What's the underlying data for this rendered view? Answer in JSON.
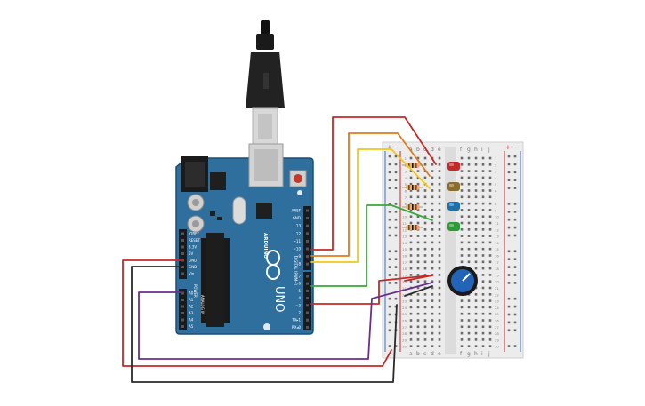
{
  "board": {
    "logo_text": "ARDUINO",
    "model": "UNO",
    "power_header_label": "POWER",
    "power_pins": [
      "IOREF",
      "RESET",
      "3.3V",
      "5V",
      "GND",
      "GND",
      "Vin"
    ],
    "analog_header_label": "ANALOG IN",
    "analog_pins": [
      "A0",
      "A1",
      "A2",
      "A3",
      "A4",
      "A5"
    ],
    "digital_header_label": "DIGITAL (PWM~)",
    "digital_pins_top": [
      "AREF",
      "GND",
      "13",
      "12",
      "~11",
      "~10",
      "~9",
      "8"
    ],
    "digital_pins_bottom": [
      "7",
      "~6",
      "~5",
      "4",
      "~3",
      "2",
      "TX▸1",
      "RX◂0"
    ]
  },
  "breadboard": {
    "column_letters_left": [
      "a",
      "b",
      "c",
      "d",
      "e"
    ],
    "column_letters_right": [
      "f",
      "g",
      "h",
      "i",
      "j"
    ],
    "rail_plus": "+",
    "rail_minus": "-",
    "row_count": 30
  },
  "leds": [
    {
      "name": "red",
      "color": "#c62828"
    },
    {
      "name": "yellow",
      "color": "#8a6d2b"
    },
    {
      "name": "blue",
      "color": "#1f6fa8"
    },
    {
      "name": "green",
      "color": "#2e9b3a"
    }
  ],
  "wire_colors": {
    "red": "#c62828",
    "orange": "#e07b1a",
    "yellow": "#f2c81b",
    "green": "#3aa83a",
    "purple": "#6a2e8c",
    "black": "#2a2a2a"
  },
  "colors": {
    "board_blue": "#2e6f9e",
    "board_dark": "#1d4f76",
    "breadboard": "#ececec",
    "usb_black": "#222222"
  }
}
